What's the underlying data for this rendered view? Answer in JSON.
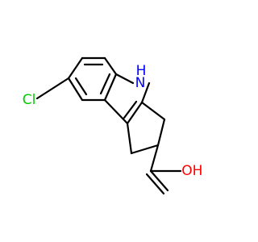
{
  "molecule": {
    "atoms": {
      "chlorine": "Cl",
      "nitrogen": "N",
      "hydrogen_on_nitrogen": "H",
      "hydroxyl_oxygen": "O",
      "hydroxyl_hydrogen": "H"
    }
  },
  "colors": {
    "bond": "#000000",
    "chlorine": "#00cc00",
    "nitrogen": "#0000ff",
    "oxygen": "#ff0000"
  }
}
